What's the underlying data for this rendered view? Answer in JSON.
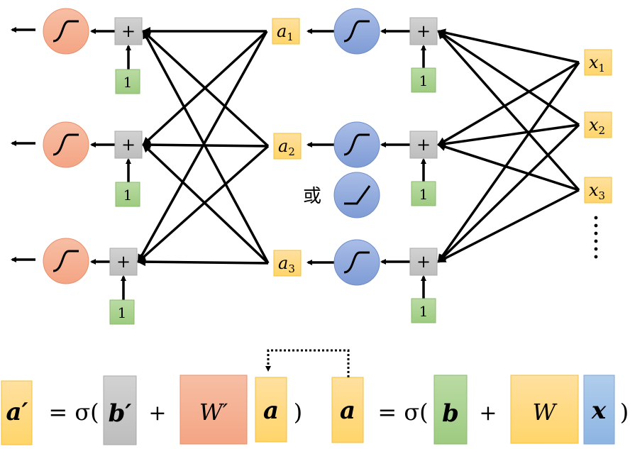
{
  "network": {
    "plus_symbol": "+",
    "bias_input": "1",
    "or_label": "或",
    "hidden_nodes": [
      {
        "base": "a",
        "sub": "1"
      },
      {
        "base": "a",
        "sub": "2"
      },
      {
        "base": "a",
        "sub": "3"
      }
    ],
    "input_nodes": [
      {
        "base": "x",
        "sub": "1"
      },
      {
        "base": "x",
        "sub": "2"
      },
      {
        "base": "x",
        "sub": "3"
      }
    ],
    "ellipsis": "⋮"
  },
  "equations": {
    "lhs1": "a′",
    "eq1": "= σ(",
    "b1": "b′",
    "plus1": "+",
    "w1": "W′",
    "v1": "a",
    "close1": ")",
    "lhs2": "a",
    "eq2": "= σ(",
    "b2": "b",
    "plus2": "+",
    "w2": "W",
    "v2": "x",
    "close2": ")"
  },
  "colors": {
    "output": "#f4a988",
    "hidden": "#8fa9dc",
    "plus": "#c8c8c8",
    "bias": "#a9d18e",
    "node": "#ffd97a",
    "input_vec": "#9dc3e6"
  }
}
